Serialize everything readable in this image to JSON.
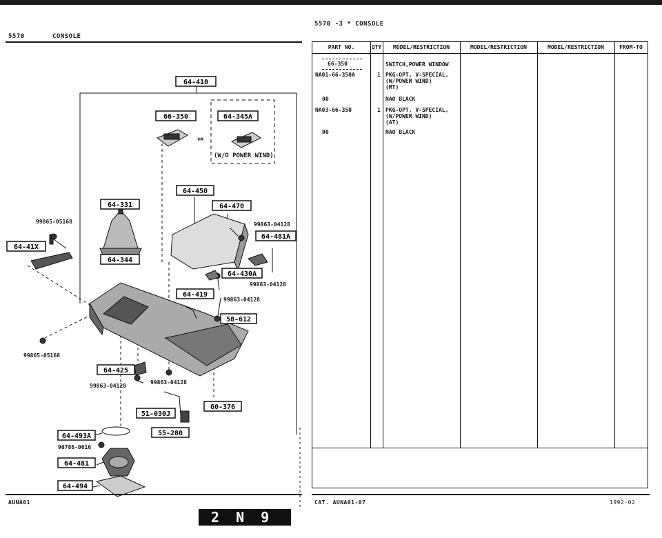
{
  "left_header": {
    "code": "5570",
    "title": "CONSOLE"
  },
  "right_header": {
    "title": "5570 -3 * CONSOLE"
  },
  "table": {
    "columns": [
      "PART NO.",
      "QTY",
      "MODEL/RESTRICTION",
      "MODEL/RESTRICTION",
      "MODEL/RESTRICTION",
      "FROM-TO"
    ],
    "group_ref": "66-350",
    "rows": [
      {
        "part": "",
        "qty": "",
        "desc": "SWITCH,POWER WINDOW"
      },
      {
        "part": "NA01-66-350A",
        "qty": "1",
        "desc": "PKG-OPT, V-SPECIAL,\n(W/POWER WIND)\n(MT)"
      },
      {
        "part": "00",
        "qty": "",
        "desc": "NAO BLACK"
      },
      {
        "part": "NA03-66-350",
        "qty": "1",
        "desc": "PKG-OPT, V-SPECIAL,\n(W/POWER WIND)\n(AT)"
      },
      {
        "part": "00",
        "qty": "",
        "desc": "NAO BLACK"
      }
    ]
  },
  "diagram": {
    "refs": {
      "r64_410": "64-410",
      "r66_350": "66-350",
      "r64_345a": "64-345A",
      "r64_450": "64-450",
      "r64_331": "64-331",
      "r64_470": "64-470",
      "r64_41x": "64-41X",
      "r64_344": "64-344",
      "r64_481a": "64-481A",
      "r64_430a": "64-430A",
      "r64_419": "64-419",
      "r58_612": "58-612",
      "r64_425": "64-425",
      "r51_030j": "51-030J",
      "r60_376": "60-376",
      "r55_280": "55-280",
      "r64_493a": "64-493A",
      "r64_481": "64-481",
      "r64_494": "64-494"
    },
    "note": "(W/O POWER WIND)",
    "parts": {
      "p99865_a": "99865-05168",
      "p99865_b": "99865-05168",
      "p99863_a": "99863-04128",
      "p99863_b": "99863-04128",
      "p99863_c": "99863-04128",
      "p99863_d": "99863-04128",
      "p99863_e": "99863-04128",
      "p90786": "90786-0616"
    }
  },
  "footer": {
    "left": "AUNA01",
    "cat": "CAT. AUNA01-07",
    "date": "1992-02"
  },
  "bottom_mark": "2 N 9"
}
